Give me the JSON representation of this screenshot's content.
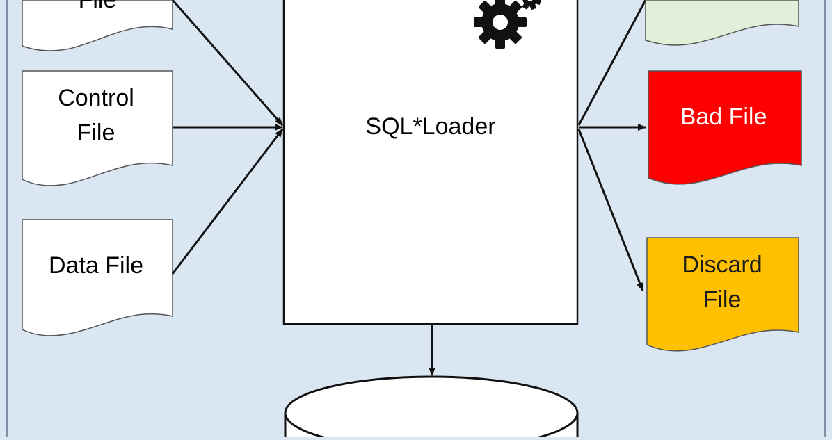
{
  "inputs": {
    "top_file": {
      "label": "File"
    },
    "control_file": {
      "line1": "Control",
      "line2": "File"
    },
    "data_file": {
      "label": "Data File"
    }
  },
  "loader": {
    "label": "SQL*Loader"
  },
  "outputs": {
    "log_file": {
      "label": "",
      "fill": "#e2efd9"
    },
    "bad_file": {
      "label": "Bad File",
      "fill": "#ff0000",
      "text_color": "#ffffff"
    },
    "discard_file": {
      "line1": "Discard",
      "line2": "File",
      "fill": "#ffc000",
      "text_color": "#1a1a1a"
    }
  },
  "colors": {
    "background": "#dbe6f3",
    "document_fill": "#ffffff",
    "stroke": "#555555",
    "arrow": "#111111"
  }
}
